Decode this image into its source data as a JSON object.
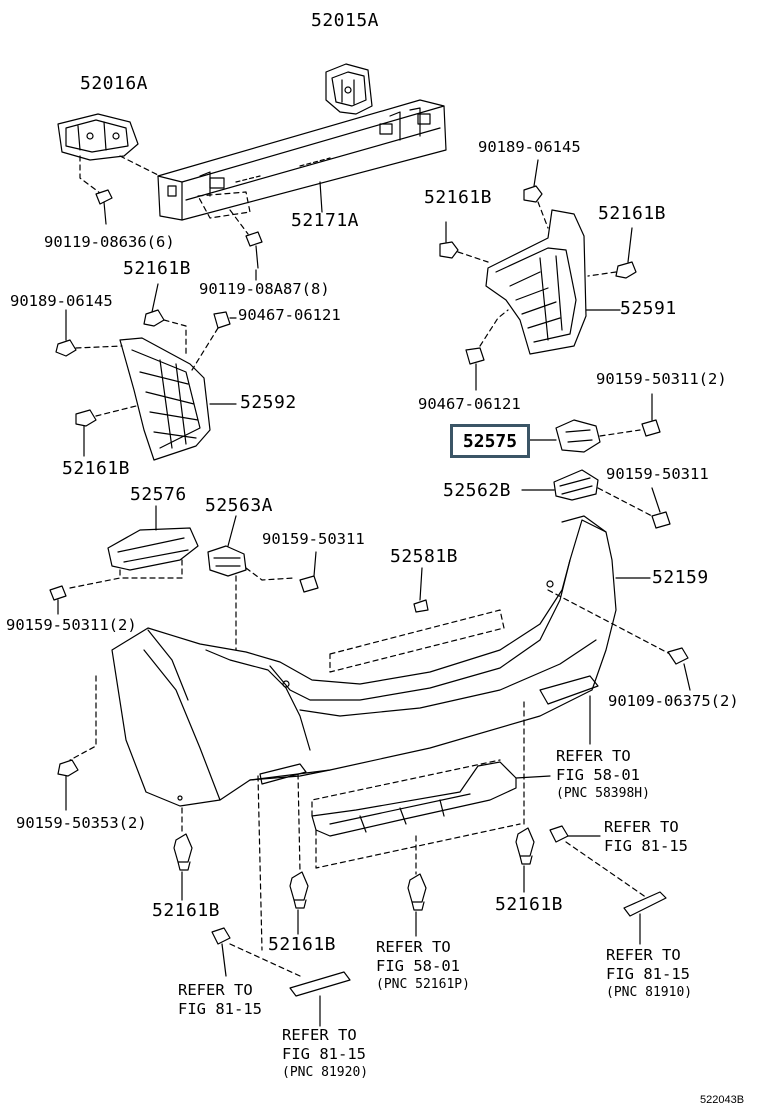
{
  "labels": {
    "l_52015A": "52015A",
    "l_52016A": "52016A",
    "l_90189_top": "90189-06145",
    "l_52161B_a": "52161B",
    "l_52161B_b": "52161B",
    "l_90119_08636": "90119-08636(6)",
    "l_52171A": "52171A",
    "l_52161B_c": "52161B",
    "l_90119_08A87": "90119-08A87(8)",
    "l_90189_left": "90189-06145",
    "l_90467_left": "90467-06121",
    "l_52591": "52591",
    "l_52592": "52592",
    "l_90467_right": "90467-06121",
    "l_90159_50311_2a": "90159-50311(2)",
    "l_52161B_d": "52161B",
    "l_52575": "52575",
    "l_52562B": "52562B",
    "l_90159_50311_r": "90159-50311",
    "l_52576": "52576",
    "l_52563A": "52563A",
    "l_90159_50311_m": "90159-50311",
    "l_52581B": "52581B",
    "l_52159": "52159",
    "l_90159_50311_2b": "90159-50311(2)",
    "l_90109_06375": "90109-06375(2)",
    "l_90159_50353": "90159-50353(2)",
    "l_52161B_e": "52161B",
    "l_52161B_f": "52161B",
    "l_52161B_g": "52161B"
  },
  "refs": {
    "r1": {
      "line1": "REFER TO",
      "line2": "FIG 58-01",
      "pnc": "(PNC 58398H)"
    },
    "r2": {
      "line1": "REFER TO",
      "line2": "FIG 81-15"
    },
    "r3": {
      "line1": "REFER TO",
      "line2": "FIG 58-01",
      "pnc": "(PNC 52161P)"
    },
    "r4": {
      "line1": "REFER TO",
      "line2": "FIG 81-15",
      "pnc": "(PNC 81910)"
    },
    "r5": {
      "line1": "REFER TO",
      "line2": "FIG 81-15"
    },
    "r6": {
      "line1": "REFER TO",
      "line2": "FIG 81-15",
      "pnc": "(PNC 81920)"
    }
  },
  "diagram_code": "522043B"
}
